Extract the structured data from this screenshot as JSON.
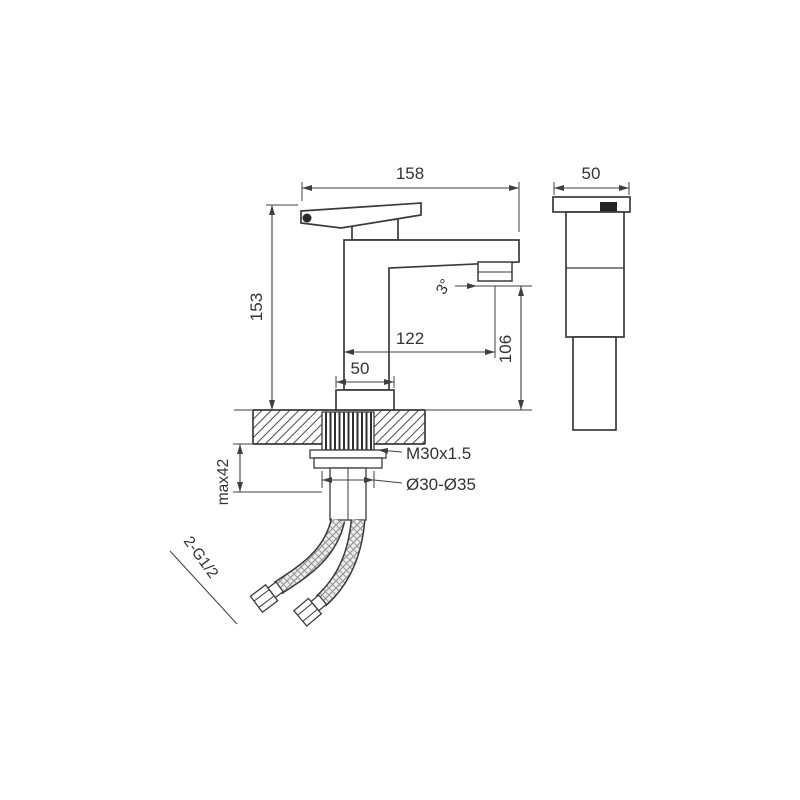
{
  "drawing": {
    "dimensions": {
      "overall_length": "158",
      "depth": "50",
      "total_height": "153",
      "spout_reach": "122",
      "spout_height": "106",
      "base_width": "50",
      "spout_angle": "3°",
      "mounting_thread": "M30x1.5",
      "mounting_hole": "Ø30-Ø35",
      "max_deck_thickness": "max42",
      "hose_connections": "2-G1/2"
    },
    "colors": {
      "line": "#3a3a3a",
      "text": "#333333"
    }
  }
}
